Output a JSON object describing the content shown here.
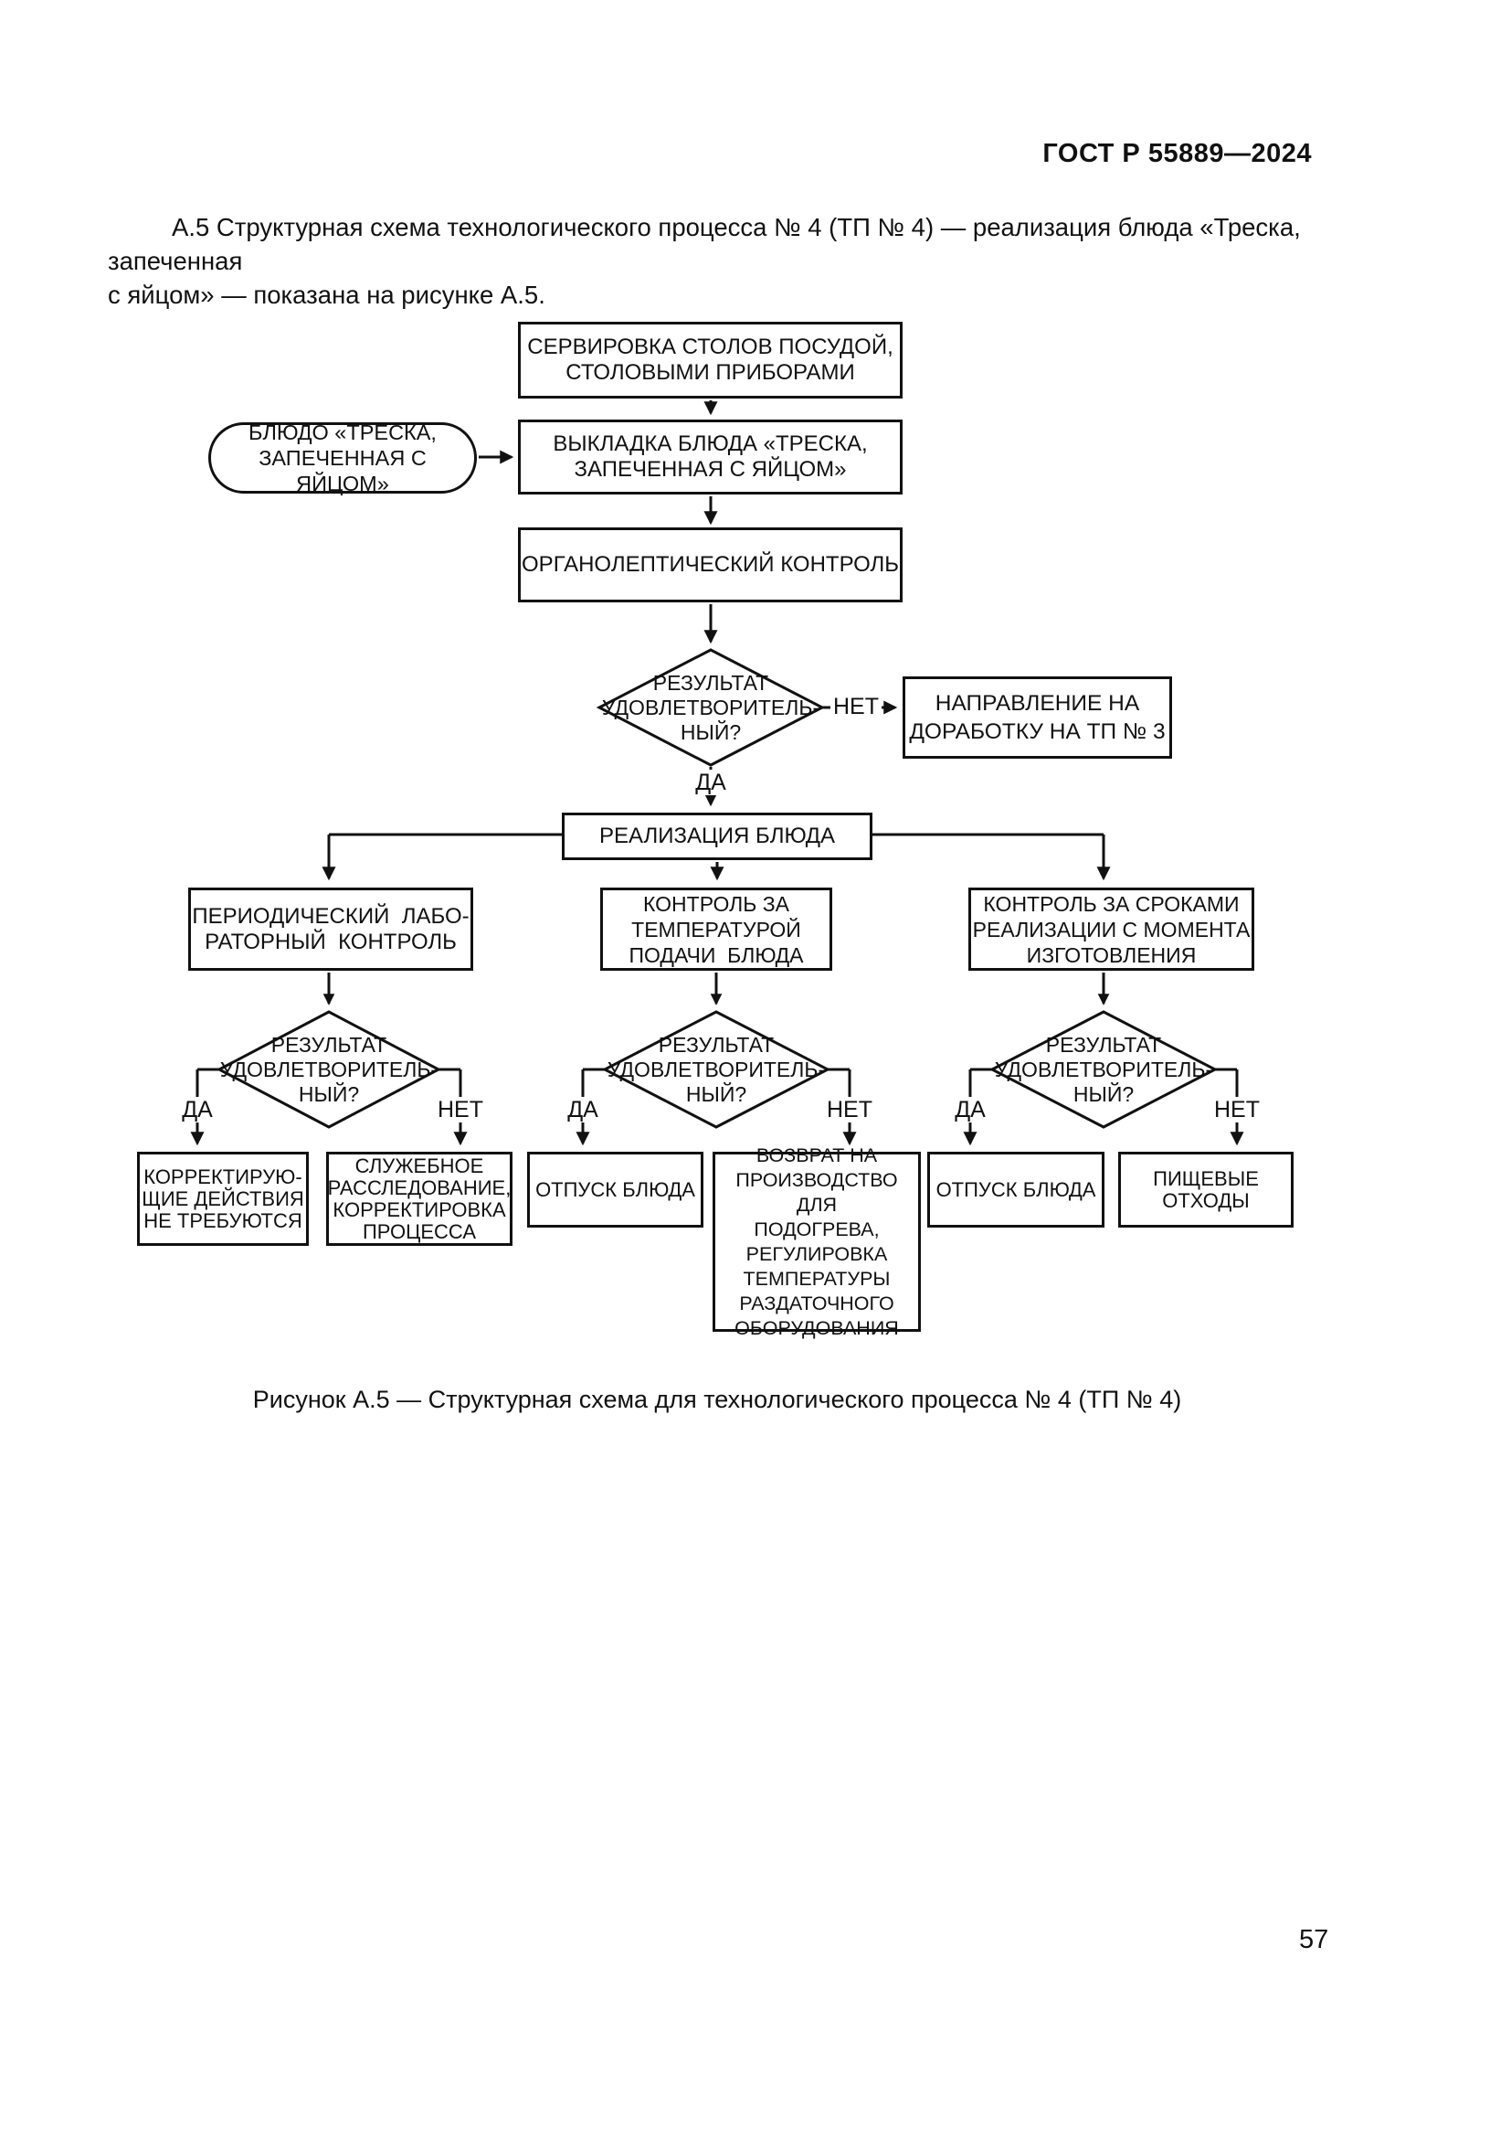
{
  "page": {
    "header": "ГОСТ Р 55889—2024",
    "intro": "А.5 Структурная схема технологического процесса № 4 (ТП № 4) — реализация блюда «Треска, запеченная\nс яйцом» — показана на рисунке А.5.",
    "caption": "Рисунок А.5 — Структурная схема для технологического процесса № 4 (ТП № 4)",
    "page_number": "57"
  },
  "flowchart": {
    "colors": {
      "ink": "#111111",
      "paper": "#ffffff"
    },
    "labels": {
      "yes": "ДА",
      "no": "НЕТ"
    },
    "nodes": {
      "table_setting": "СЕРВИРОВКА СТОЛОВ ПОСУДОЙ,\nСТОЛОВЫМИ ПРИБОРАМИ",
      "dish_input": "БЛЮДО «ТРЕСКА,\nЗАПЕЧЕННАЯ С ЯЙЦОМ»",
      "dish_layout": "ВЫКЛАДКА БЛЮДА «ТРЕСКА,\nЗАПЕЧЕННАЯ С ЯЙЦОМ»",
      "organoleptic_control": "ОРГАНОЛЕПТИЧЕСКИЙ КОНТРОЛЬ",
      "result_question": "РЕЗУЛЬТАТ\nУДОВЛЕТВОРИТЕЛЬ-\nНЫЙ?",
      "rework": "НАПРАВЛЕНИЕ НА\nДОРАБОТКУ НА ТП № 3",
      "dish_sale": "РЕАЛИЗАЦИЯ БЛЮДА",
      "lab_control": "ПЕРИОДИЧЕСКИЙ  ЛАБО-\nРАТОРНЫЙ  КОНТРОЛЬ",
      "temperature_control": "КОНТРОЛЬ ЗА\nТЕМПЕРАТУРОЙ\nПОДАЧИ  БЛЮДА",
      "shelf_life_control": "КОНТРОЛЬ ЗА СРОКАМИ\nРЕАЛИЗАЦИИ С МОМЕНТА\nИЗГОТОВЛЕНИЯ",
      "no_corrective_actions": "КОРРЕКТИРУЮ-\nЩИЕ ДЕЙСТВИЯ\nНЕ ТРЕБУЮТСЯ",
      "investigation": "СЛУЖЕБНОЕ\nРАССЛЕДОВАНИЕ,\nКОРРЕКТИРОВКА\nПРОЦЕССА",
      "dish_release_1": "ОТПУСК БЛЮДА",
      "return_to_production": "ВОЗВРАТ НА\nПРОИЗВОДСТВО ДЛЯ\nПОДОГРЕВА,\nРЕГУЛИРОВКА\nТЕМПЕРАТУРЫ\nРАЗДАТОЧНОГО\nОБОРУДОВАНИЯ",
      "dish_release_2": "ОТПУСК БЛЮДА",
      "food_waste": "ПИЩЕВЫЕ\nОТХОДЫ"
    }
  }
}
